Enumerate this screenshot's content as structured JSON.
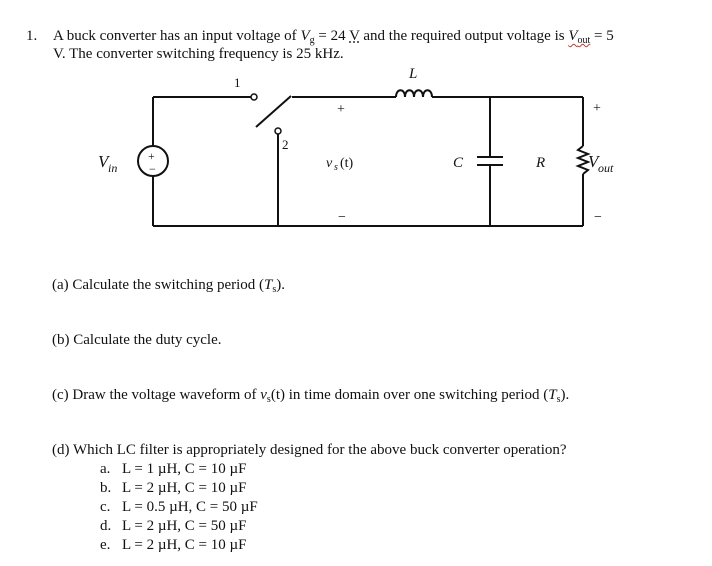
{
  "problem": {
    "number": "1.",
    "line1_a": "A buck converter has an input voltage of ",
    "vg_var": "V",
    "vg_sub": "g",
    "line1_b": " = 24 ",
    "unit_v": "V",
    "line1_c": " and the required output voltage is ",
    "vout_var": "V",
    "vout_sub": "out",
    "line1_d": " = 5",
    "line2": "V. The converter switching frequency is 25 kHz."
  },
  "circuit": {
    "switch_pos_1": "1",
    "switch_pos_2": "2",
    "inductor_label": "L",
    "plus_vs": "+",
    "minus_vs": "−",
    "vs_label": "v",
    "vs_sub": "s",
    "vs_arg": "(t)",
    "capacitor_label": "C",
    "resistor_label": "R",
    "vin_label": "V",
    "vin_sub": "in",
    "vout_label": "V",
    "vout_sub": "out",
    "plus_out": "+",
    "minus_out": "−",
    "source_plus": "+",
    "source_minus": "−"
  },
  "parts": {
    "a": "(a) Calculate the switching period (",
    "a_var": "T",
    "a_sub": "s",
    "a_end": ").",
    "b": "(b) Calculate the duty cycle.",
    "c": "(c) Draw the voltage waveform of ",
    "c_var": "v",
    "c_sub": "s",
    "c_mid": "(t) in time domain over one switching period (",
    "c_var2": "T",
    "c_sub2": "s",
    "c_end": ").",
    "d": "(d) Which LC filter is appropriately designed for the above buck converter operation?"
  },
  "options": [
    {
      "letter": "a.",
      "text": "L = 1 µH, C = 10 µF"
    },
    {
      "letter": "b.",
      "text": "L = 2 µH, C = 10 µF"
    },
    {
      "letter": "c.",
      "text": "L = 0.5 µH, C = 50 µF"
    },
    {
      "letter": "d.",
      "text": "L = 2 µH, C = 50 µF"
    },
    {
      "letter": "e.",
      "text": "L = 2 µH, C = 10 µF"
    }
  ]
}
